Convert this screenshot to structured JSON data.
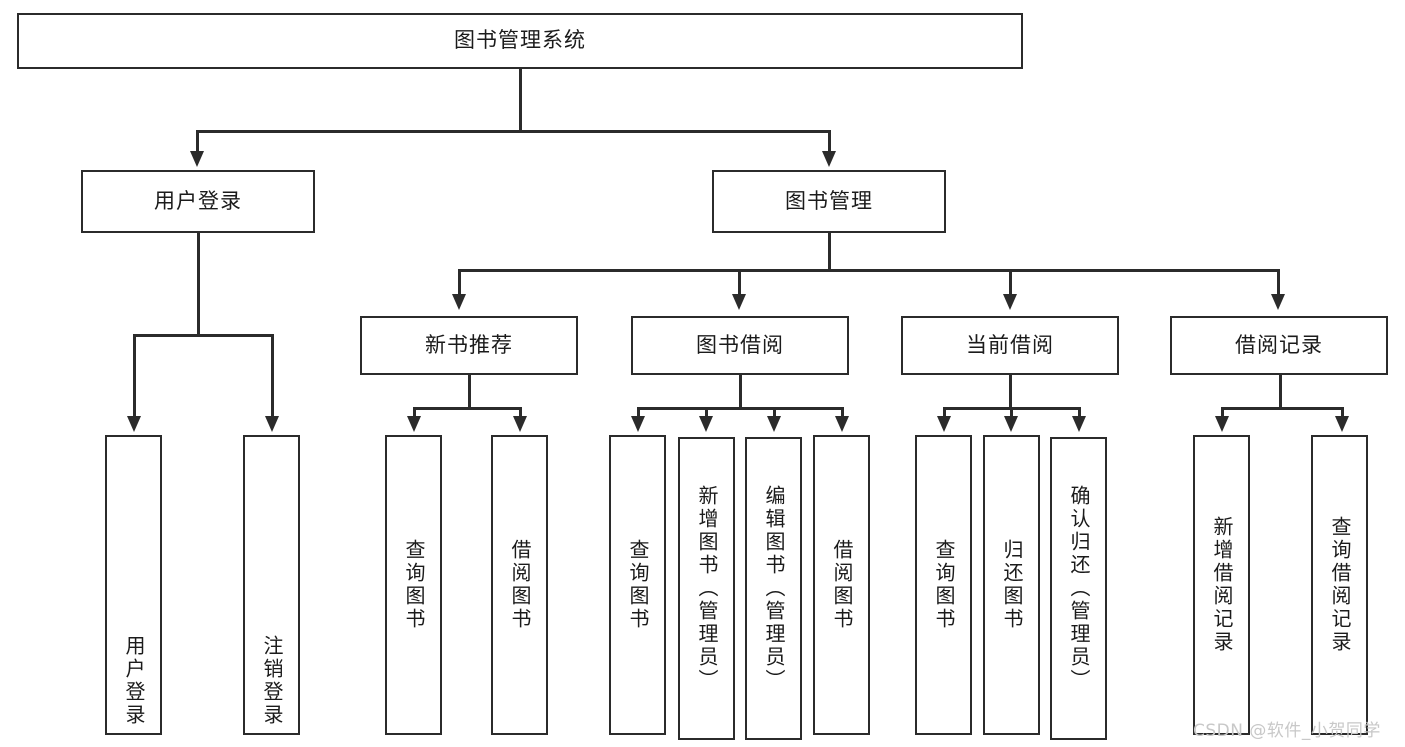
{
  "diagram": {
    "title": "图书管理系统",
    "type": "tree",
    "watermark": "CSDN @软件_小贺同学",
    "colors": {
      "stroke": "#2b2b2b",
      "fill": "#ffffff",
      "text": "#1b1b1b",
      "watermark": "#c8c8c8"
    },
    "root": {
      "label": "图书管理系统"
    },
    "level2": [
      {
        "label": "用户登录"
      },
      {
        "label": "图书管理"
      }
    ],
    "level3": [
      {
        "label": "新书推荐"
      },
      {
        "label": "图书借阅"
      },
      {
        "label": "当前借阅"
      },
      {
        "label": "借阅记录"
      }
    ],
    "leaves": {
      "user_login": [
        {
          "label": "用户登录"
        },
        {
          "label": "注销登录"
        }
      ],
      "new_book_recommend": [
        {
          "label": "查询图书"
        },
        {
          "label": "借阅图书"
        }
      ],
      "book_borrow": [
        {
          "label": "查询图书"
        },
        {
          "label": "新增图书（管理员）"
        },
        {
          "label": "编辑图书（管理员）"
        },
        {
          "label": "借阅图书"
        }
      ],
      "current_borrow": [
        {
          "label": "查询图书"
        },
        {
          "label": "归还图书"
        },
        {
          "label": "确认归还（管理员）"
        }
      ],
      "borrow_records": [
        {
          "label": "新增借阅记录"
        },
        {
          "label": "查询借阅记录"
        }
      ]
    }
  }
}
